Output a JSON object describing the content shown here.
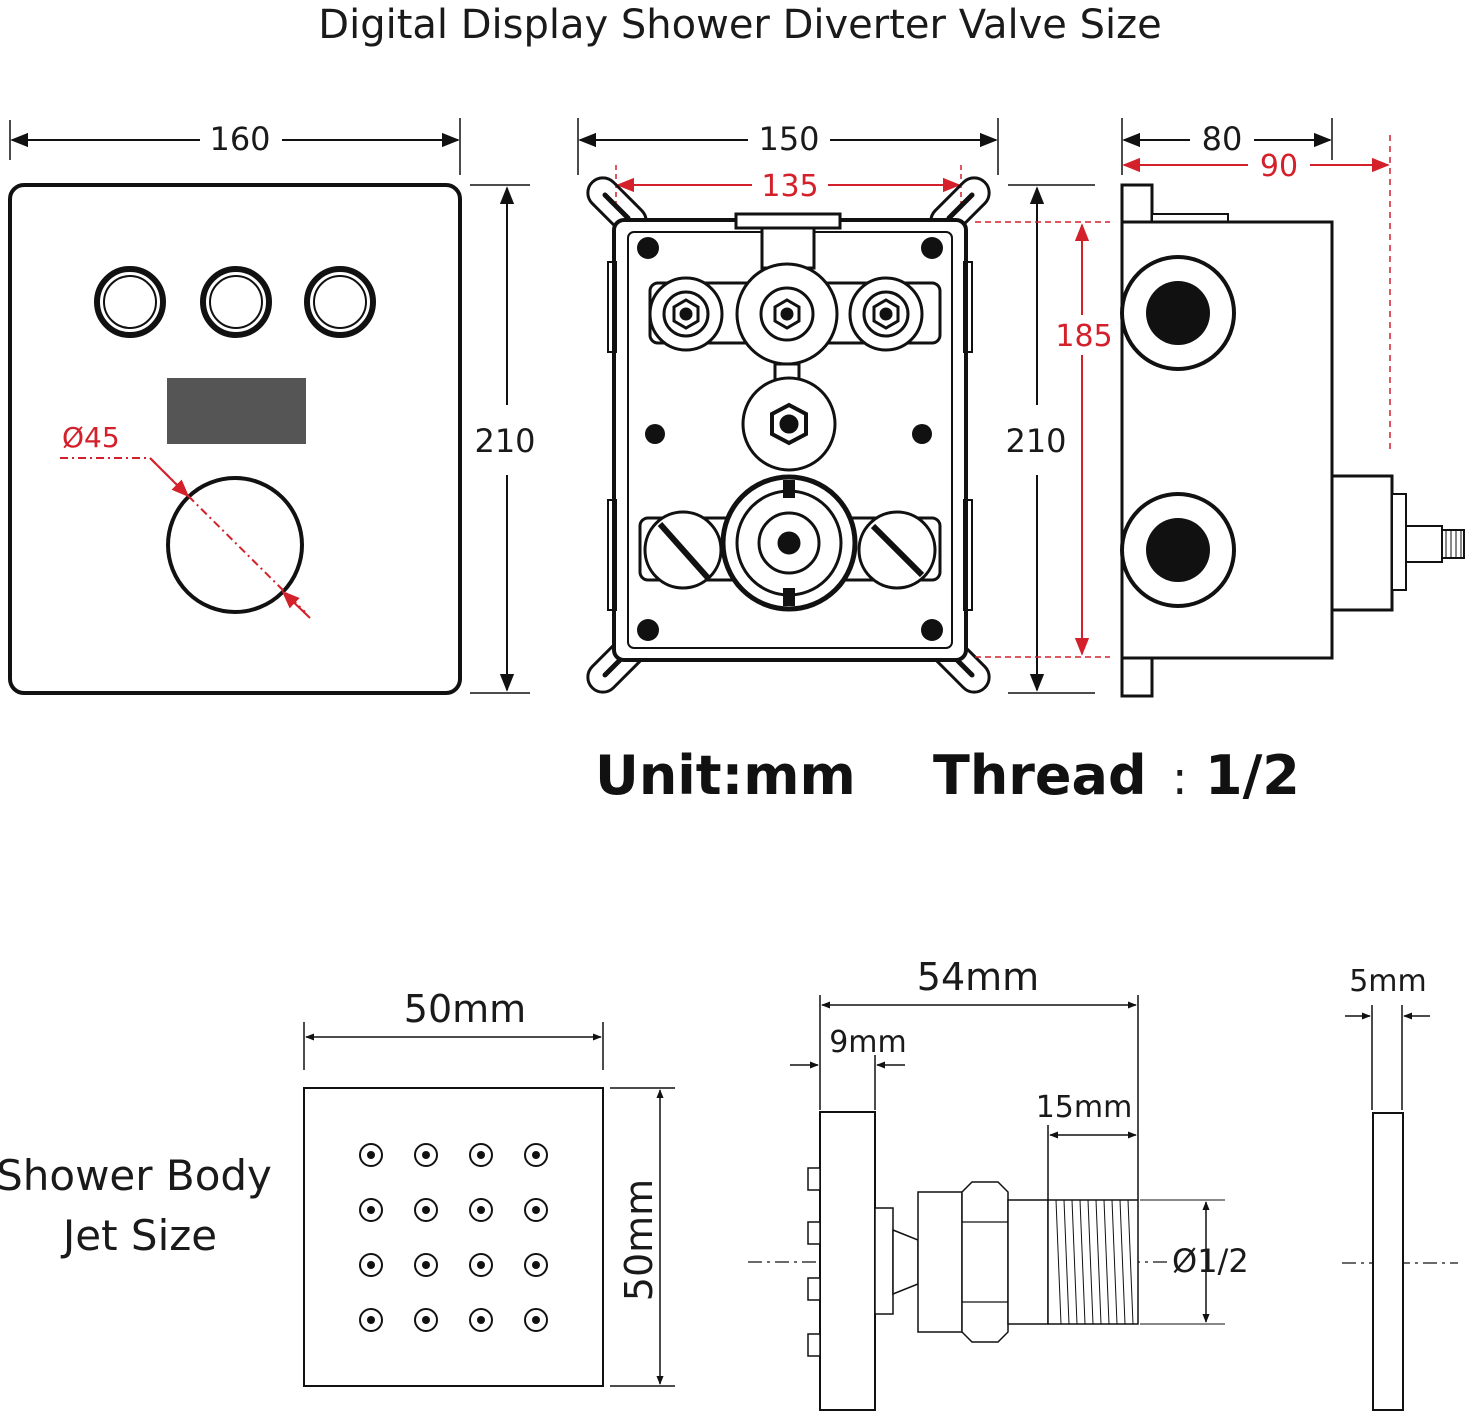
{
  "title": "Digital Display Shower Diverter Valve Size",
  "colors": {
    "line": "#111111",
    "dimension_red": "#d4202a",
    "display": "#555555"
  },
  "front_panel": {
    "width": "160",
    "height": "210",
    "knob_diameter": "Ø45",
    "button_count": 3
  },
  "valve_body": {
    "width": "150",
    "mount_width": "135",
    "height": "210",
    "mount_height": "185"
  },
  "side_view": {
    "depth": "80",
    "depth_total": "90"
  },
  "specs": {
    "unit": "Unit:mm",
    "thread_label": "Thread",
    "thread_sep": ":",
    "thread_value": "1/2"
  },
  "jet": {
    "caption_line1": "Shower Body",
    "caption_line2": "Jet Size",
    "front_width": "50mm",
    "front_height": "50mm",
    "nozzle_rows": 4,
    "nozzle_cols": 4,
    "length": "54mm",
    "plate_thickness": "9mm",
    "thread_length": "15mm",
    "thread_diameter": "Ø1/2",
    "edge_thickness": "5mm"
  }
}
